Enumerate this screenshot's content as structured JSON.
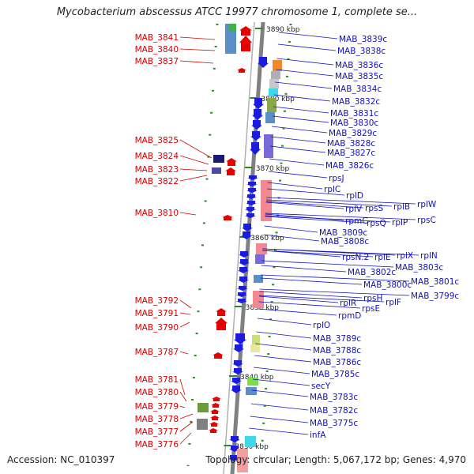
{
  "header": {
    "title": "Mycobacterium abscessus ATCC 19977 chromosome 1, complete se..."
  },
  "footer": {
    "accession": "Accession: NC_010397",
    "summary": "Topology: circular; Length: 5,067,172 bp; Genes: 4,970"
  },
  "colors": {
    "forward_gene": "#e80000",
    "reverse_gene": "#1c1ce0",
    "left_label": "#d40000",
    "right_label": "#1010c0",
    "backbone": "#808080",
    "tick": "#2a8a2a"
  },
  "scale_labels": [
    "3890 kbp",
    "3880 kbp",
    "3870 kbp",
    "3860 kbp",
    "3850 kbp",
    "3840 kbp",
    "3830 kbp"
  ],
  "left_labels": [
    "MAB_3841",
    "MAB_3840",
    "MAB_3837",
    "MAB_3825",
    "MAB_3824",
    "MAB_3823",
    "MAB_3822",
    "MAB_3810",
    "MAB_3792",
    "MAB_3791",
    "MAB_3790",
    "MAB_3787",
    "MAB_3781",
    "MAB_3780",
    "MAB_3779",
    "MAB_3778",
    "MAB_3777",
    "MAB_3776"
  ],
  "right_labels": [
    "MAB_3839c",
    "MAB_3838c",
    "MAB_3836c",
    "MAB_3835c",
    "MAB_3834c",
    "MAB_3832c",
    "MAB_3831c",
    "MAB_3830c",
    "MAB_3829c",
    "MAB_3828c",
    "MAB_3827c",
    "MAB_3826c",
    "rpsJ",
    "rplC",
    "rplD",
    "rplW",
    "rplB",
    "rpsS",
    "rplV",
    "rpsC",
    "rplP",
    "rpmC",
    "rpsQ",
    "MAB_3809c",
    "MAB_3808c",
    "rplN",
    "rplX",
    "rplE",
    "rpsN.2",
    "MAB_3803c",
    "MAB_3802c",
    "MAB_3801c",
    "MAB_3800c",
    "MAB_3799c",
    "rpsH",
    "rplF",
    "rplR",
    "rpsE",
    "rpmD",
    "rplO",
    "MAB_3789c",
    "MAB_3788c",
    "MAB_3786c",
    "MAB_3785c",
    "secY",
    "MAB_3783c",
    "MAB_3782c",
    "MAB_3775c",
    "infA"
  ]
}
